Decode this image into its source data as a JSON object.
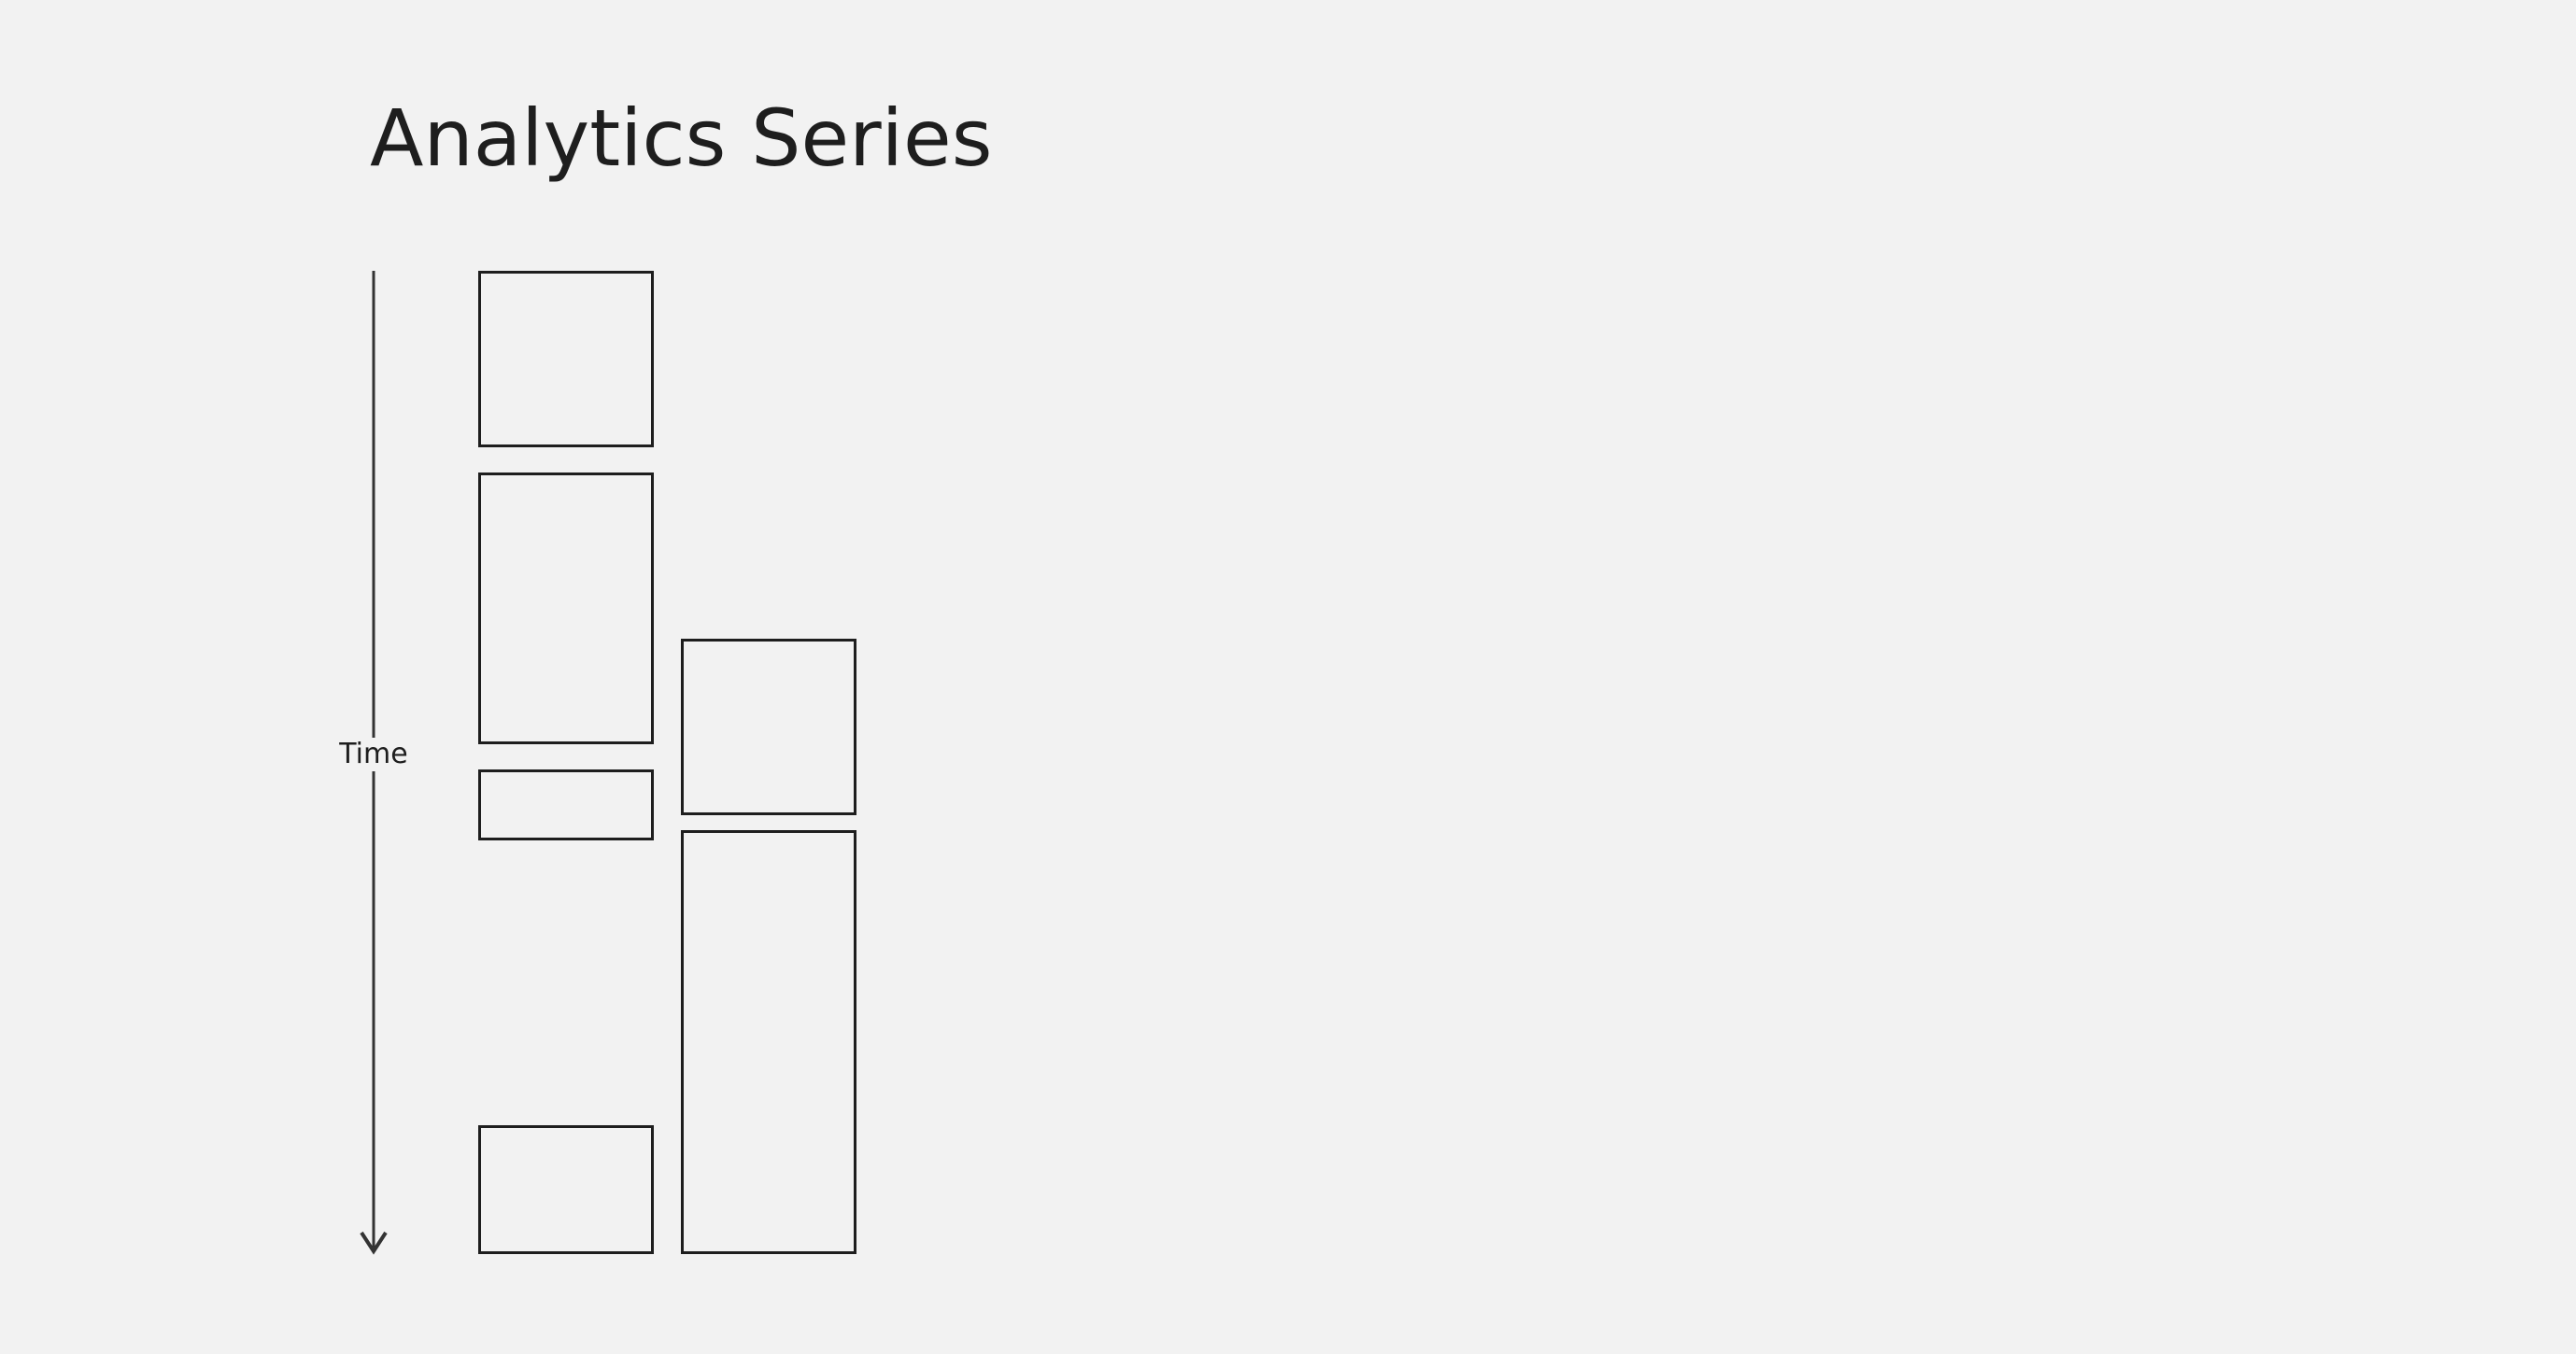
{
  "header": {
    "title": "Analytics Series"
  },
  "axis": {
    "label": "Time",
    "direction": "down",
    "color": "#1e1e1e"
  },
  "blocks": [
    {
      "column": 1,
      "order": 1
    },
    {
      "column": 1,
      "order": 2
    },
    {
      "column": 1,
      "order": 3
    },
    {
      "column": 1,
      "order": 4
    },
    {
      "column": 2,
      "order": 1
    },
    {
      "column": 2,
      "order": 2
    }
  ],
  "colors": {
    "background": "#f2f2f2",
    "stroke": "#1e1e1e"
  }
}
